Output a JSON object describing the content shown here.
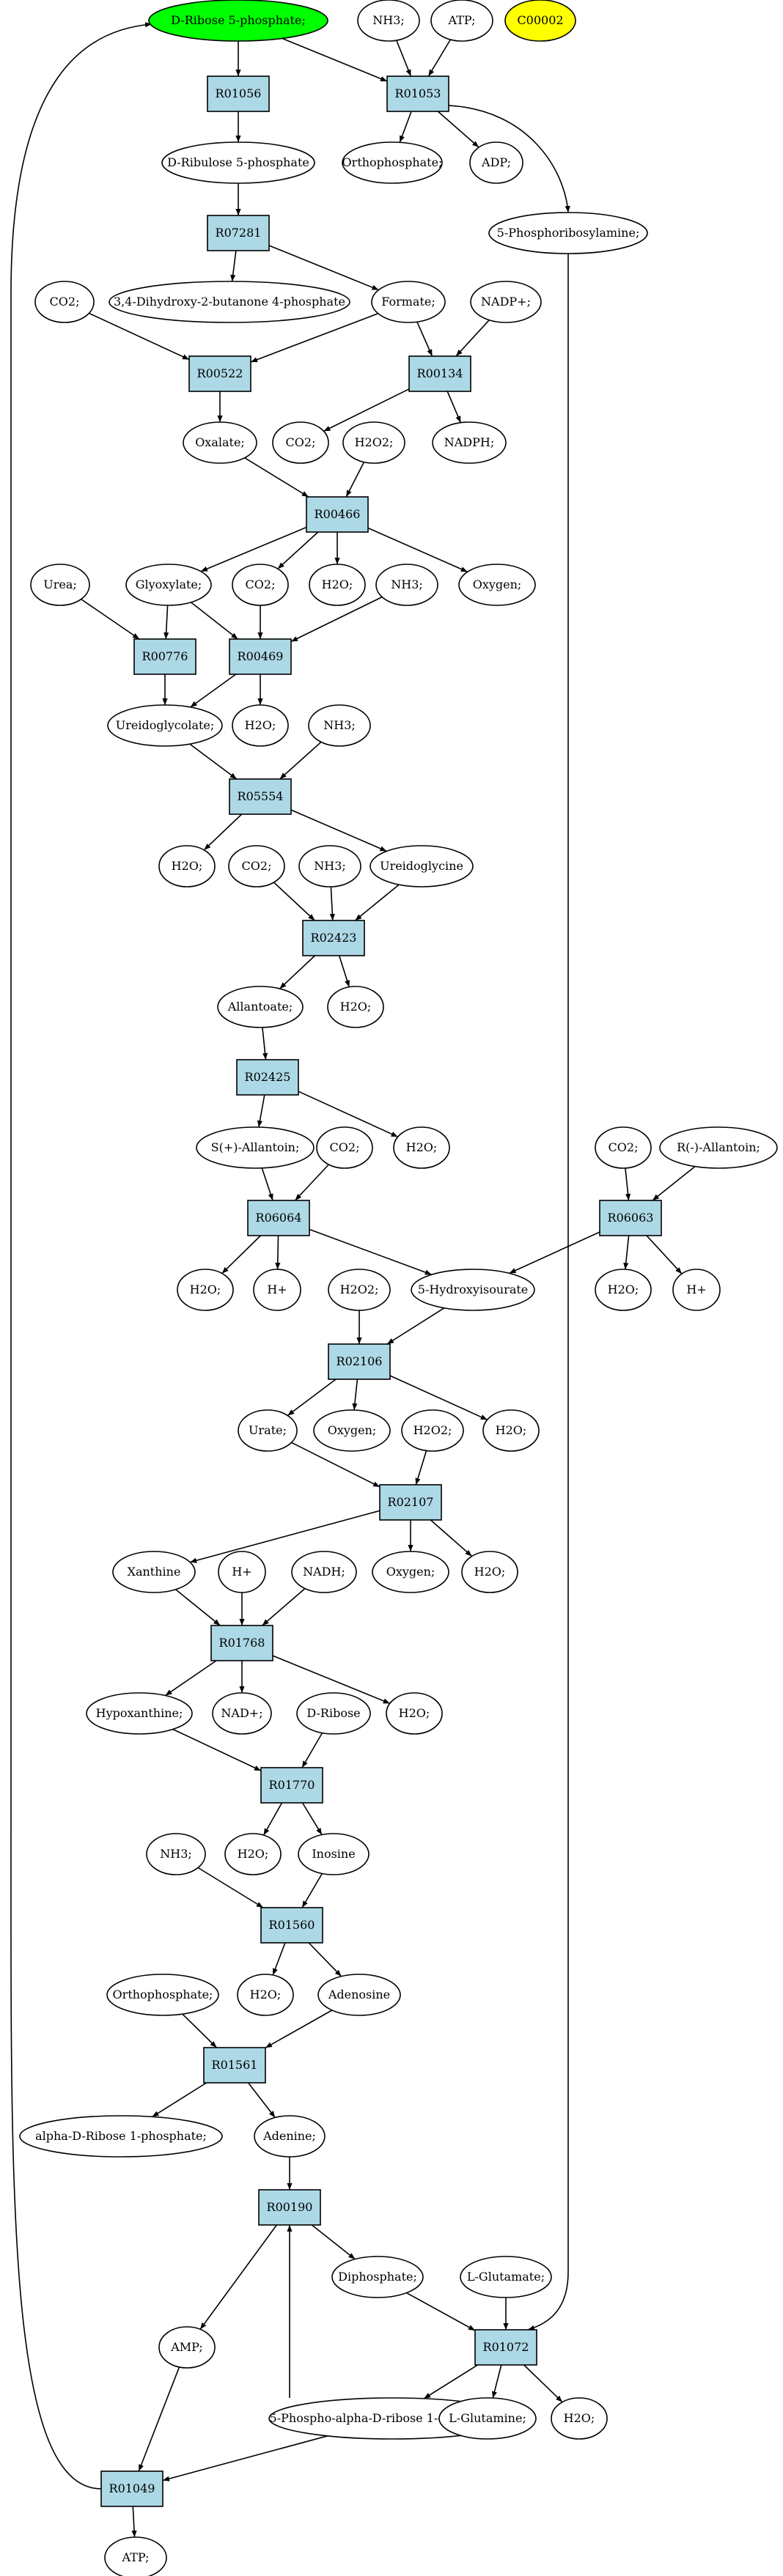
{
  "colors": {
    "reaction_fill": "#add8e6",
    "compound_fill": "#ffffff",
    "highlight_green": "#00ff00",
    "highlight_yellow": "#ffff00",
    "stroke": "#000000"
  },
  "nodes": [
    {
      "id": "c_dribose5p",
      "kind": "compound",
      "label": "D-Ribose 5-phosphate;",
      "fill": "green"
    },
    {
      "id": "c_nh3_top",
      "kind": "compound",
      "label": "NH3;"
    },
    {
      "id": "c_atp_top",
      "kind": "compound",
      "label": "ATP;"
    },
    {
      "id": "c_c00002",
      "kind": "compound",
      "label": "C00002",
      "fill": "yellow"
    },
    {
      "id": "r_R01056",
      "kind": "reaction",
      "label": "R01056"
    },
    {
      "id": "r_R01053",
      "kind": "reaction",
      "label": "R01053"
    },
    {
      "id": "c_orthophosphate_1",
      "kind": "compound",
      "label": "Orthophosphate;"
    },
    {
      "id": "c_adp",
      "kind": "compound",
      "label": "ADP;"
    },
    {
      "id": "c_dribulose5p",
      "kind": "compound",
      "label": "D-Ribulose 5-phosphate"
    },
    {
      "id": "c_5prphosamine",
      "kind": "compound",
      "label": "5-Phosphoribosylamine;"
    },
    {
      "id": "r_R07281",
      "kind": "reaction",
      "label": "R07281"
    },
    {
      "id": "c_co2_1",
      "kind": "compound",
      "label": "CO2;"
    },
    {
      "id": "c_dhbp",
      "kind": "compound",
      "label": "3,4-Dihydroxy-2-butanone 4-phosphate"
    },
    {
      "id": "c_formate",
      "kind": "compound",
      "label": "Formate;"
    },
    {
      "id": "c_nadp",
      "kind": "compound",
      "label": "NADP+;"
    },
    {
      "id": "r_R00522",
      "kind": "reaction",
      "label": "R00522"
    },
    {
      "id": "r_R00134",
      "kind": "reaction",
      "label": "R00134"
    },
    {
      "id": "c_oxalate",
      "kind": "compound",
      "label": "Oxalate;"
    },
    {
      "id": "c_co2_2",
      "kind": "compound",
      "label": "CO2;"
    },
    {
      "id": "c_h2o2_1",
      "kind": "compound",
      "label": "H2O2;"
    },
    {
      "id": "c_nadph",
      "kind": "compound",
      "label": "NADPH;"
    },
    {
      "id": "r_R00466",
      "kind": "reaction",
      "label": "R00466"
    },
    {
      "id": "c_urea",
      "kind": "compound",
      "label": "Urea;"
    },
    {
      "id": "c_glyoxylate",
      "kind": "compound",
      "label": "Glyoxylate;"
    },
    {
      "id": "c_co2_3",
      "kind": "compound",
      "label": "CO2;"
    },
    {
      "id": "c_h2o_1",
      "kind": "compound",
      "label": "H2O;"
    },
    {
      "id": "c_nh3_2",
      "kind": "compound",
      "label": "NH3;"
    },
    {
      "id": "c_oxygen_1",
      "kind": "compound",
      "label": "Oxygen;"
    },
    {
      "id": "r_R00776",
      "kind": "reaction",
      "label": "R00776"
    },
    {
      "id": "r_R00469",
      "kind": "reaction",
      "label": "R00469"
    },
    {
      "id": "c_ureidoglycolate",
      "kind": "compound",
      "label": "Ureidoglycolate;"
    },
    {
      "id": "c_h2o_2",
      "kind": "compound",
      "label": "H2O;"
    },
    {
      "id": "c_nh3_3",
      "kind": "compound",
      "label": "NH3;"
    },
    {
      "id": "r_R05554",
      "kind": "reaction",
      "label": "R05554"
    },
    {
      "id": "c_h2o_3",
      "kind": "compound",
      "label": "H2O;"
    },
    {
      "id": "c_co2_4",
      "kind": "compound",
      "label": "CO2;"
    },
    {
      "id": "c_nh3_4",
      "kind": "compound",
      "label": "NH3;"
    },
    {
      "id": "c_ureidoglycine",
      "kind": "compound",
      "label": "Ureidoglycine"
    },
    {
      "id": "r_R02423",
      "kind": "reaction",
      "label": "R02423"
    },
    {
      "id": "c_allantoate",
      "kind": "compound",
      "label": "Allantoate;"
    },
    {
      "id": "c_h2o_4",
      "kind": "compound",
      "label": "H2O;"
    },
    {
      "id": "r_R02425",
      "kind": "reaction",
      "label": "R02425"
    },
    {
      "id": "c_s_allantoin",
      "kind": "compound",
      "label": "S(+)-Allantoin;"
    },
    {
      "id": "c_co2_5",
      "kind": "compound",
      "label": "CO2;"
    },
    {
      "id": "c_h2o_5",
      "kind": "compound",
      "label": "H2O;"
    },
    {
      "id": "c_co2_6",
      "kind": "compound",
      "label": "CO2;"
    },
    {
      "id": "c_r_allantoin",
      "kind": "compound",
      "label": "R(-)-Allantoin;"
    },
    {
      "id": "r_R06064",
      "kind": "reaction",
      "label": "R06064"
    },
    {
      "id": "r_R06063",
      "kind": "reaction",
      "label": "R06063"
    },
    {
      "id": "c_h2o_6",
      "kind": "compound",
      "label": "H2O;"
    },
    {
      "id": "c_hplus_1",
      "kind": "compound",
      "label": "H+"
    },
    {
      "id": "c_h2o2_2",
      "kind": "compound",
      "label": "H2O2;"
    },
    {
      "id": "c_5hiu",
      "kind": "compound",
      "label": "5-Hydroxyisourate"
    },
    {
      "id": "c_h2o_7",
      "kind": "compound",
      "label": "H2O;"
    },
    {
      "id": "c_hplus_2",
      "kind": "compound",
      "label": "H+"
    },
    {
      "id": "r_R02106",
      "kind": "reaction",
      "label": "R02106"
    },
    {
      "id": "c_urate",
      "kind": "compound",
      "label": "Urate;"
    },
    {
      "id": "c_oxygen_2",
      "kind": "compound",
      "label": "Oxygen;"
    },
    {
      "id": "c_h2o2_3",
      "kind": "compound",
      "label": "H2O2;"
    },
    {
      "id": "c_h2o_8",
      "kind": "compound",
      "label": "H2O;"
    },
    {
      "id": "r_R02107",
      "kind": "reaction",
      "label": "R02107"
    },
    {
      "id": "c_xanthine",
      "kind": "compound",
      "label": "Xanthine"
    },
    {
      "id": "c_hplus_3",
      "kind": "compound",
      "label": "H+"
    },
    {
      "id": "c_nadh",
      "kind": "compound",
      "label": "NADH;"
    },
    {
      "id": "c_oxygen_3",
      "kind": "compound",
      "label": "Oxygen;"
    },
    {
      "id": "c_h2o_9",
      "kind": "compound",
      "label": "H2O;"
    },
    {
      "id": "r_R01768",
      "kind": "reaction",
      "label": "R01768"
    },
    {
      "id": "c_hypoxanthine",
      "kind": "compound",
      "label": "Hypoxanthine;"
    },
    {
      "id": "c_nad",
      "kind": "compound",
      "label": "NAD+;"
    },
    {
      "id": "c_dribose",
      "kind": "compound",
      "label": "D-Ribose"
    },
    {
      "id": "c_h2o_10",
      "kind": "compound",
      "label": "H2O;"
    },
    {
      "id": "r_R01770",
      "kind": "reaction",
      "label": "R01770"
    },
    {
      "id": "c_nh3_5",
      "kind": "compound",
      "label": "NH3;"
    },
    {
      "id": "c_h2o_11",
      "kind": "compound",
      "label": "H2O;"
    },
    {
      "id": "c_inosine",
      "kind": "compound",
      "label": "Inosine"
    },
    {
      "id": "r_R01560",
      "kind": "reaction",
      "label": "R01560"
    },
    {
      "id": "c_orthophosphate_2",
      "kind": "compound",
      "label": "Orthophosphate;"
    },
    {
      "id": "c_h2o_12",
      "kind": "compound",
      "label": "H2O;"
    },
    {
      "id": "c_adenosine",
      "kind": "compound",
      "label": "Adenosine"
    },
    {
      "id": "r_R01561",
      "kind": "reaction",
      "label": "R01561"
    },
    {
      "id": "c_adribose1p",
      "kind": "compound",
      "label": "alpha-D-Ribose 1-phosphate;"
    },
    {
      "id": "c_adenine",
      "kind": "compound",
      "label": "Adenine;"
    },
    {
      "id": "r_R00190",
      "kind": "reaction",
      "label": "R00190"
    },
    {
      "id": "c_diphosphate",
      "kind": "compound",
      "label": "Diphosphate;"
    },
    {
      "id": "c_lglutamate",
      "kind": "compound",
      "label": "L-Glutamate;"
    },
    {
      "id": "c_amp",
      "kind": "compound",
      "label": "AMP;"
    },
    {
      "id": "r_R01072",
      "kind": "reaction",
      "label": "R01072"
    },
    {
      "id": "c_prpp",
      "kind": "compound",
      "label": "5-Phospho-alpha-D-ribose 1-diphosphate;"
    },
    {
      "id": "c_lglutamine",
      "kind": "compound",
      "label": "L-Glutamine;"
    },
    {
      "id": "c_h2o_13",
      "kind": "compound",
      "label": "H2O;"
    },
    {
      "id": "r_R01049",
      "kind": "reaction",
      "label": "R01049"
    },
    {
      "id": "c_atp_bottom",
      "kind": "compound",
      "label": "ATP;"
    }
  ],
  "edges": [
    [
      "c_dribose5p",
      "r_R01056"
    ],
    [
      "c_dribose5p",
      "r_R01053"
    ],
    [
      "c_nh3_top",
      "r_R01053"
    ],
    [
      "c_atp_top",
      "r_R01053"
    ],
    [
      "r_R01053",
      "c_orthophosphate_1"
    ],
    [
      "r_R01053",
      "c_adp"
    ],
    [
      "r_R01053",
      "c_5prphosamine"
    ],
    [
      "r_R01056",
      "c_dribulose5p"
    ],
    [
      "c_dribulose5p",
      "r_R07281"
    ],
    [
      "r_R07281",
      "c_dhbp"
    ],
    [
      "r_R07281",
      "c_formate"
    ],
    [
      "c_co2_1",
      "r_R00522"
    ],
    [
      "c_formate",
      "r_R00522"
    ],
    [
      "c_formate",
      "r_R00134"
    ],
    [
      "c_nadp",
      "r_R00134"
    ],
    [
      "r_R00522",
      "c_oxalate"
    ],
    [
      "r_R00134",
      "c_co2_2"
    ],
    [
      "r_R00134",
      "c_nadph"
    ],
    [
      "c_oxalate",
      "r_R00466"
    ],
    [
      "c_h2o2_1",
      "r_R00466"
    ],
    [
      "r_R00466",
      "c_glyoxylate"
    ],
    [
      "r_R00466",
      "c_co2_3"
    ],
    [
      "r_R00466",
      "c_h2o_1"
    ],
    [
      "r_R00466",
      "c_oxygen_1"
    ],
    [
      "c_urea",
      "r_R00776"
    ],
    [
      "c_glyoxylate",
      "r_R00776"
    ],
    [
      "c_glyoxylate",
      "r_R00469"
    ],
    [
      "c_co2_3",
      "r_R00469"
    ],
    [
      "c_nh3_2",
      "r_R00469"
    ],
    [
      "r_R00776",
      "c_ureidoglycolate"
    ],
    [
      "r_R00469",
      "c_ureidoglycolate"
    ],
    [
      "r_R00469",
      "c_h2o_2"
    ],
    [
      "c_ureidoglycolate",
      "r_R05554"
    ],
    [
      "c_nh3_3",
      "r_R05554"
    ],
    [
      "r_R05554",
      "c_h2o_3"
    ],
    [
      "r_R05554",
      "c_ureidoglycine"
    ],
    [
      "c_co2_4",
      "r_R02423"
    ],
    [
      "c_nh3_4",
      "r_R02423"
    ],
    [
      "c_ureidoglycine",
      "r_R02423"
    ],
    [
      "r_R02423",
      "c_allantoate"
    ],
    [
      "r_R02423",
      "c_h2o_4"
    ],
    [
      "c_allantoate",
      "r_R02425"
    ],
    [
      "r_R02425",
      "c_s_allantoin"
    ],
    [
      "r_R02425",
      "c_h2o_5"
    ],
    [
      "c_s_allantoin",
      "r_R06064"
    ],
    [
      "c_co2_5",
      "r_R06064"
    ],
    [
      "c_co2_6",
      "r_R06063"
    ],
    [
      "c_r_allantoin",
      "r_R06063"
    ],
    [
      "r_R06064",
      "c_h2o_6"
    ],
    [
      "r_R06064",
      "c_hplus_1"
    ],
    [
      "r_R06064",
      "c_5hiu"
    ],
    [
      "r_R06063",
      "c_5hiu"
    ],
    [
      "r_R06063",
      "c_h2o_7"
    ],
    [
      "r_R06063",
      "c_hplus_2"
    ],
    [
      "c_h2o2_2",
      "r_R02106"
    ],
    [
      "c_5hiu",
      "r_R02106"
    ],
    [
      "r_R02106",
      "c_urate"
    ],
    [
      "r_R02106",
      "c_oxygen_2"
    ],
    [
      "r_R02106",
      "c_h2o_8"
    ],
    [
      "c_urate",
      "r_R02107"
    ],
    [
      "c_h2o2_3",
      "r_R02107"
    ],
    [
      "r_R02107",
      "c_xanthine"
    ],
    [
      "r_R02107",
      "c_oxygen_3"
    ],
    [
      "r_R02107",
      "c_h2o_9"
    ],
    [
      "c_xanthine",
      "r_R01768"
    ],
    [
      "c_hplus_3",
      "r_R01768"
    ],
    [
      "c_nadh",
      "r_R01768"
    ],
    [
      "r_R01768",
      "c_hypoxanthine"
    ],
    [
      "r_R01768",
      "c_nad"
    ],
    [
      "r_R01768",
      "c_h2o_10"
    ],
    [
      "c_hypoxanthine",
      "r_R01770"
    ],
    [
      "c_dribose",
      "r_R01770"
    ],
    [
      "r_R01770",
      "c_h2o_11"
    ],
    [
      "r_R01770",
      "c_inosine"
    ],
    [
      "c_nh3_5",
      "r_R01560"
    ],
    [
      "c_inosine",
      "r_R01560"
    ],
    [
      "r_R01560",
      "c_h2o_12"
    ],
    [
      "r_R01560",
      "c_adenosine"
    ],
    [
      "c_orthophosphate_2",
      "r_R01561"
    ],
    [
      "c_adenosine",
      "r_R01561"
    ],
    [
      "r_R01561",
      "c_adribose1p"
    ],
    [
      "r_R01561",
      "c_adenine"
    ],
    [
      "c_adenine",
      "r_R00190"
    ],
    [
      "r_R00190",
      "c_amp"
    ],
    [
      "r_R00190",
      "c_diphosphate"
    ],
    [
      "c_diphosphate",
      "r_R01072"
    ],
    [
      "c_lglutamate",
      "r_R01072"
    ],
    [
      "c_5prphosamine",
      "r_R01072"
    ],
    [
      "r_R01072",
      "c_prpp"
    ],
    [
      "r_R01072",
      "c_lglutamine"
    ],
    [
      "r_R01072",
      "c_h2o_13"
    ],
    [
      "c_prpp",
      "r_R00190"
    ],
    [
      "c_amp",
      "r_R01049"
    ],
    [
      "c_prpp",
      "r_R01049"
    ],
    [
      "r_R01049",
      "c_atp_bottom"
    ],
    [
      "r_R01049",
      "c_dribose5p"
    ]
  ]
}
